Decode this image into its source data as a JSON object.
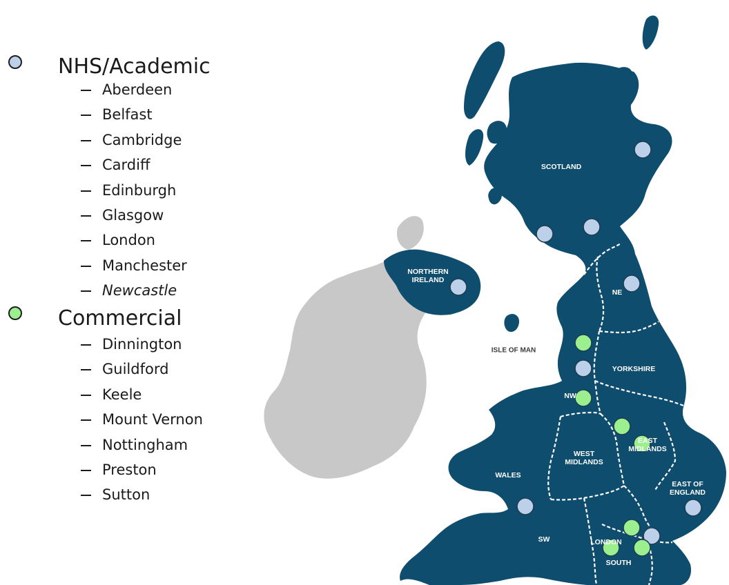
{
  "colors": {
    "nhs_marker": "#bcd0ea",
    "commercial_marker": "#9bef8f",
    "land": "#0e4d6e",
    "ireland": "#c8c8c8"
  },
  "legend": {
    "groups": [
      {
        "title": "NHS/Academic",
        "marker": "nhs",
        "sites": [
          {
            "name": "Aberdeen"
          },
          {
            "name": "Belfast"
          },
          {
            "name": "Cambridge"
          },
          {
            "name": "Cardiff"
          },
          {
            "name": "Edinburgh"
          },
          {
            "name": "Glasgow"
          },
          {
            "name": "London"
          },
          {
            "name": "Manchester"
          },
          {
            "name": "Newcastle",
            "italic": true
          }
        ]
      },
      {
        "title": "Commercial",
        "marker": "commercial",
        "sites": [
          {
            "name": "Dinnington"
          },
          {
            "name": "Guildford"
          },
          {
            "name": "Keele"
          },
          {
            "name": "Mount Vernon"
          },
          {
            "name": "Nottingham"
          },
          {
            "name": "Preston"
          },
          {
            "name": "Sutton"
          }
        ]
      }
    ]
  },
  "map": {
    "region_labels": [
      {
        "id": "scotland",
        "text": "SCOTLAND"
      },
      {
        "id": "northern-ireland",
        "text": "NORTHERN\nIRELAND"
      },
      {
        "id": "north-east",
        "text": "NE"
      },
      {
        "id": "north-west",
        "text": "NW"
      },
      {
        "id": "yorkshire",
        "text": "YORKSHIRE"
      },
      {
        "id": "east-midlands",
        "text": "EAST\nMIDLANDS"
      },
      {
        "id": "west-midlands",
        "text": "WEST\nMIDLANDS"
      },
      {
        "id": "wales",
        "text": "WALES"
      },
      {
        "id": "east-of-england",
        "text": "EAST OF\nENGLAND"
      },
      {
        "id": "south-west",
        "text": "SW"
      },
      {
        "id": "london",
        "text": "LONDON"
      },
      {
        "id": "south",
        "text": "SOUTH"
      }
    ],
    "sea_labels": [
      {
        "id": "isle-of-man",
        "text": "ISLE OF MAN"
      }
    ],
    "markers": [
      {
        "site": "Aberdeen",
        "type": "nhs"
      },
      {
        "site": "Glasgow",
        "type": "nhs"
      },
      {
        "site": "Edinburgh",
        "type": "nhs"
      },
      {
        "site": "Belfast",
        "type": "nhs"
      },
      {
        "site": "Newcastle",
        "type": "nhs"
      },
      {
        "site": "Dinnington",
        "type": "commercial"
      },
      {
        "site": "Manchester",
        "type": "nhs"
      },
      {
        "site": "Preston",
        "type": "commercial"
      },
      {
        "site": "Keele",
        "type": "commercial"
      },
      {
        "site": "Nottingham",
        "type": "commercial"
      },
      {
        "site": "Cardiff",
        "type": "nhs"
      },
      {
        "site": "Cambridge",
        "type": "nhs"
      },
      {
        "site": "Mount Vernon",
        "type": "commercial"
      },
      {
        "site": "London",
        "type": "nhs"
      },
      {
        "site": "Guildford",
        "type": "commercial"
      },
      {
        "site": "Sutton",
        "type": "commercial"
      }
    ]
  }
}
